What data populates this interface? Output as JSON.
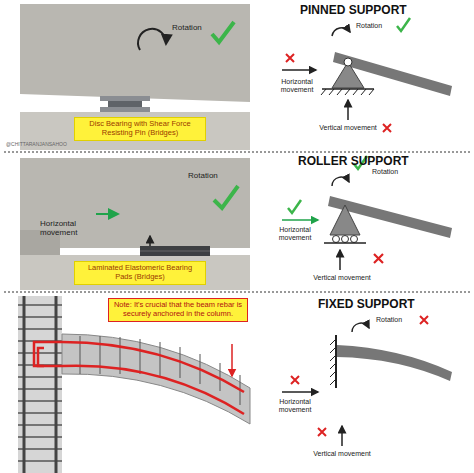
{
  "diagram": {
    "nodes": [
      {
        "text": [
          "Disc Bearing with Shear Force Resisting Pin (Bridges)"
        ]
      },
      {
        "text": [
          "Laminated Elastomeric Bearing Pads (Bridges)"
        ]
      },
      {
        "text": [
          "Note: It's crucial that the beam rebar is securely anchored in the column."
        ]
      }
    ],
    "labels": [
      "PINNED SUPPORT",
      "Rotation",
      "Rotation",
      "Horizontal movement",
      "Vertical movement",
      "@CHITTARANJANSAHOO",
      "ROLLER SUPPORT",
      "Rotation",
      "Horizontal movement",
      "Rotation",
      "Horizontal movement",
      "Vertical movement",
      "FIXED SUPPORT",
      "Rotation",
      "Horizontal movement",
      "Vertical movement"
    ]
  }
}
